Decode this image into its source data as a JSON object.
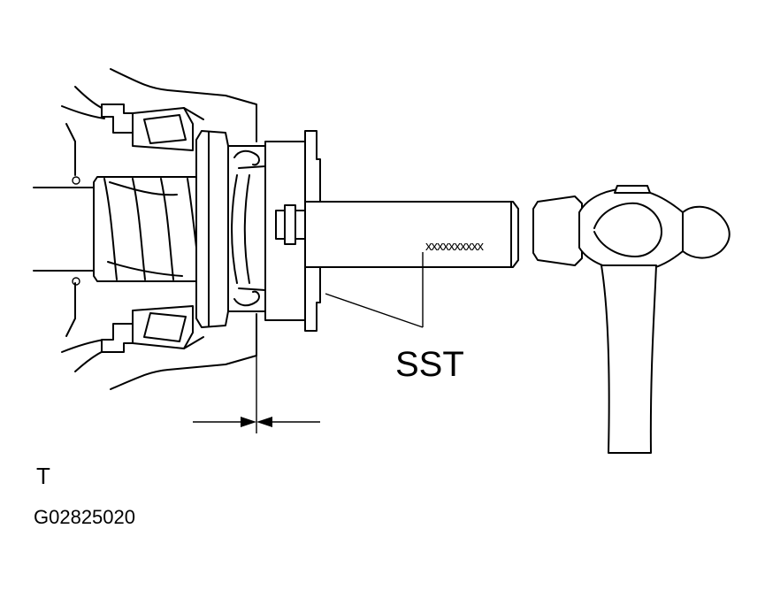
{
  "labels": {
    "sst": "SST",
    "corner_mark": "T",
    "figure_code": "G02825020"
  },
  "knurl_marks": "xxxxxxxxxx"
}
